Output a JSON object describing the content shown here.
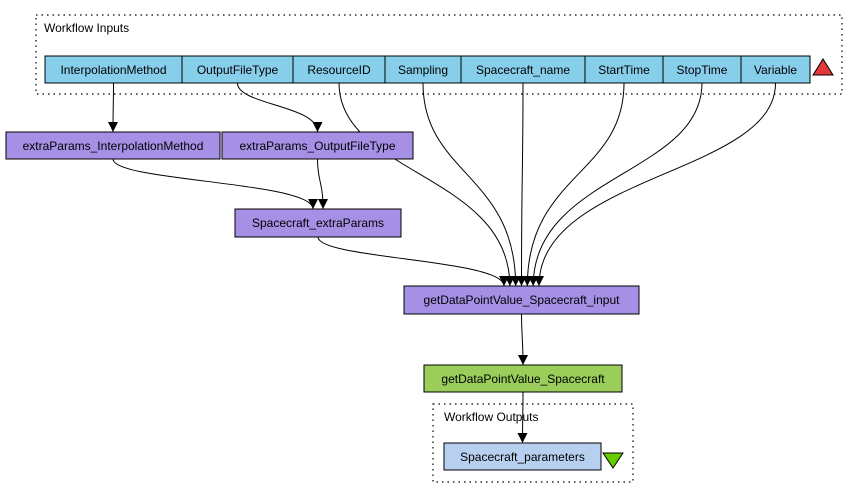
{
  "colors": {
    "input_fill": "#87ceeb",
    "processor_fill": "#a590e6",
    "service_fill": "#9acd5a",
    "output_fill": "#b8d0f0",
    "input_marker": "#e23838",
    "output_marker": "#66cc00",
    "stroke": "#000000"
  },
  "clusters": {
    "inputs": {
      "label": "Workflow Inputs"
    },
    "outputs": {
      "label": "Workflow Outputs"
    }
  },
  "inputs": [
    {
      "id": "in_interp",
      "label": "InterpolationMethod"
    },
    {
      "id": "in_outtype",
      "label": "OutputFileType"
    },
    {
      "id": "in_resource",
      "label": "ResourceID"
    },
    {
      "id": "in_sampling",
      "label": "Sampling"
    },
    {
      "id": "in_sc_name",
      "label": "Spacecraft_name"
    },
    {
      "id": "in_start",
      "label": "StartTime"
    },
    {
      "id": "in_stop",
      "label": "StopTime"
    },
    {
      "id": "in_variable",
      "label": "Variable"
    }
  ],
  "processors": [
    {
      "id": "p_extra_interp",
      "label": "extraParams_InterpolationMethod"
    },
    {
      "id": "p_extra_outtype",
      "label": "extraParams_OutputFileType"
    },
    {
      "id": "p_sc_extra",
      "label": "Spacecraft_extraParams"
    },
    {
      "id": "p_gdpv_input",
      "label": "getDataPointValue_Spacecraft_input"
    }
  ],
  "services": [
    {
      "id": "s_gdpv",
      "label": "getDataPointValue_Spacecraft"
    }
  ],
  "outputs": [
    {
      "id": "out_params",
      "label": "Spacecraft_parameters"
    }
  ],
  "edges": [
    {
      "from": "in_interp",
      "to": "p_extra_interp"
    },
    {
      "from": "in_outtype",
      "to": "p_extra_outtype"
    },
    {
      "from": "p_extra_interp",
      "to": "p_sc_extra"
    },
    {
      "from": "p_extra_outtype",
      "to": "p_sc_extra"
    },
    {
      "from": "in_resource",
      "to": "p_gdpv_input"
    },
    {
      "from": "in_sampling",
      "to": "p_gdpv_input"
    },
    {
      "from": "in_sc_name",
      "to": "p_gdpv_input"
    },
    {
      "from": "in_start",
      "to": "p_gdpv_input"
    },
    {
      "from": "in_stop",
      "to": "p_gdpv_input"
    },
    {
      "from": "in_variable",
      "to": "p_gdpv_input"
    },
    {
      "from": "p_sc_extra",
      "to": "p_gdpv_input"
    },
    {
      "from": "p_gdpv_input",
      "to": "s_gdpv"
    },
    {
      "from": "s_gdpv",
      "to": "out_params"
    }
  ]
}
